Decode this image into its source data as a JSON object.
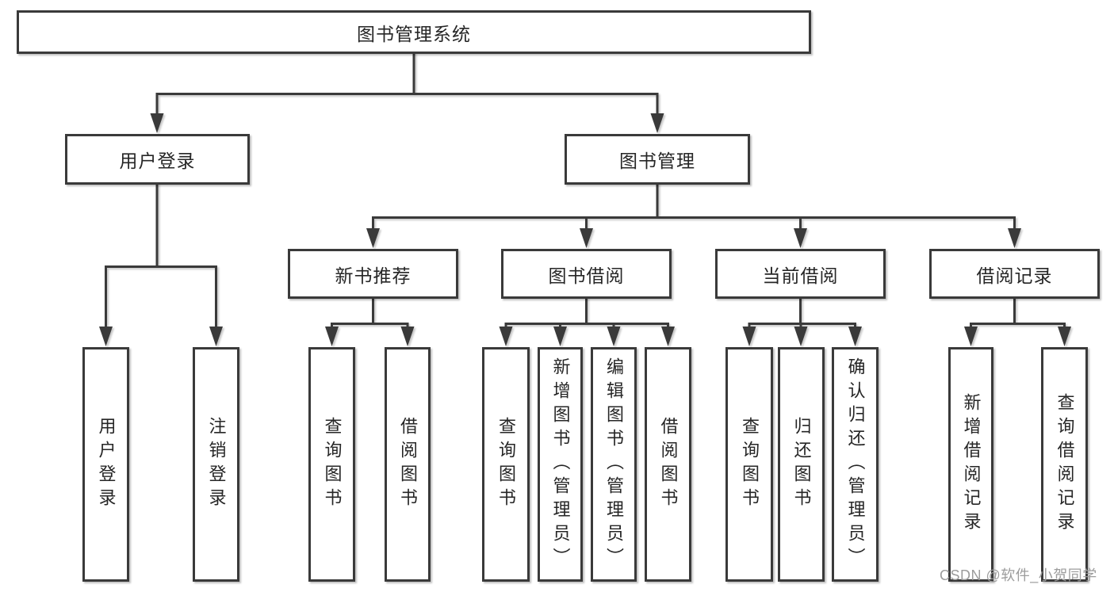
{
  "diagram": {
    "type": "hierarchy-tree",
    "root": {
      "label": "图书管理系统"
    },
    "level2": [
      {
        "label": "用户登录",
        "parent": "图书管理系统"
      },
      {
        "label": "图书管理",
        "parent": "图书管理系统"
      }
    ],
    "level3": [
      {
        "label": "新书推荐",
        "parent": "图书管理"
      },
      {
        "label": "图书借阅",
        "parent": "图书管理"
      },
      {
        "label": "当前借阅",
        "parent": "图书管理"
      },
      {
        "label": "借阅记录",
        "parent": "图书管理"
      }
    ],
    "leaves": [
      {
        "label": "用户登录",
        "parent": "用户登录"
      },
      {
        "label": "注销登录",
        "parent": "用户登录"
      },
      {
        "label": "查询图书",
        "parent": "新书推荐"
      },
      {
        "label": "借阅图书",
        "parent": "新书推荐"
      },
      {
        "label": "查询图书",
        "parent": "图书借阅"
      },
      {
        "label": "新增图书（管理员）",
        "parent": "图书借阅"
      },
      {
        "label": "编辑图书（管理员）",
        "parent": "图书借阅"
      },
      {
        "label": "借阅图书",
        "parent": "图书借阅"
      },
      {
        "label": "查询图书",
        "parent": "当前借阅"
      },
      {
        "label": "归还图书",
        "parent": "当前借阅"
      },
      {
        "label": "确认归还（管理员）",
        "parent": "当前借阅"
      },
      {
        "label": "新增借阅记录",
        "parent": "借阅记录"
      },
      {
        "label": "查询借阅记录",
        "parent": "借阅记录"
      }
    ]
  },
  "watermark": {
    "text": "CSDN @软件_小贺同学"
  },
  "colors": {
    "line": "#3a3a3a",
    "box_border": "#3a3a3a",
    "text": "#262626",
    "watermark": "#9c9c9c",
    "background": "#ffffff"
  }
}
